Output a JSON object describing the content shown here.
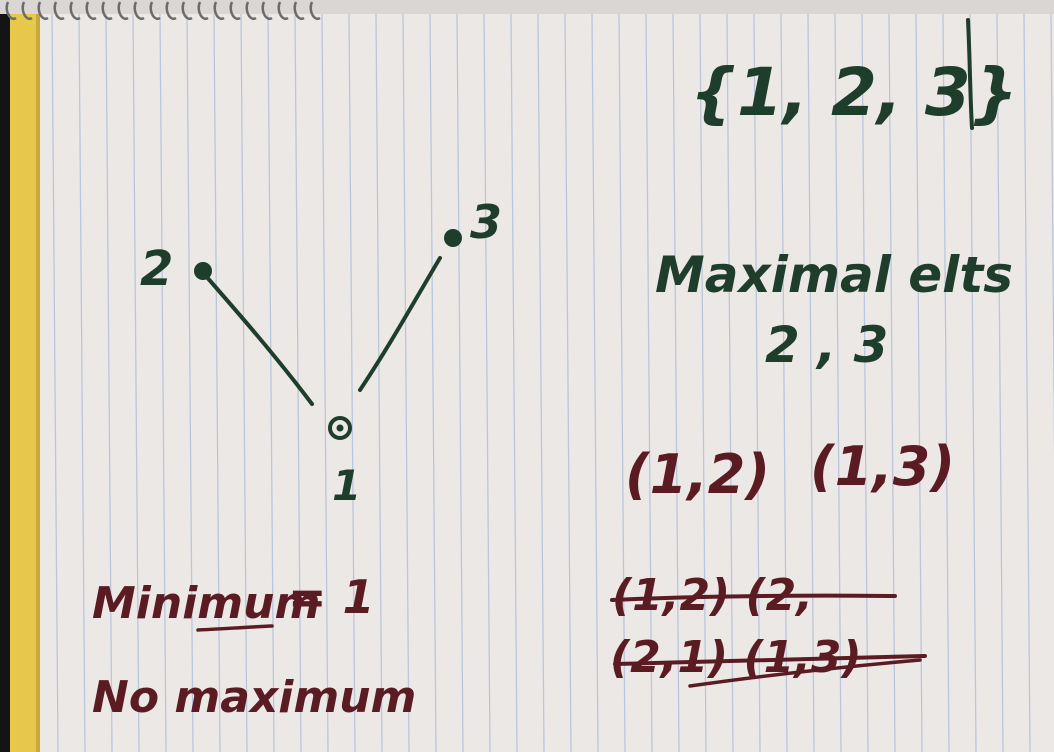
{
  "colors": {
    "paper": "#ece8e6",
    "rule_lines": "#b9c6dc",
    "green_ink": "#1f3d2b",
    "maroon_ink": "#5a1c22",
    "yellow_edge": "#e8c84a",
    "dark_edge": "#141414",
    "spiral": "#6b6b6b"
  },
  "diagram": {
    "node_top_left": "2",
    "node_top_right": "3",
    "node_bottom": "1"
  },
  "notes": {
    "set": "{1, 2, 3}",
    "maximal_heading": "Maximal elts",
    "maximal_values": "2 , 3",
    "pair_1": "(1,2)",
    "pair_2": "(1,3)",
    "minimum_word": "Minimum",
    "minimum_value": "= 1",
    "no_maximum": "No maximum",
    "struck_line_1": "(1,2)  (2,",
    "struck_line_2": "(2,1)  (1,3)"
  }
}
